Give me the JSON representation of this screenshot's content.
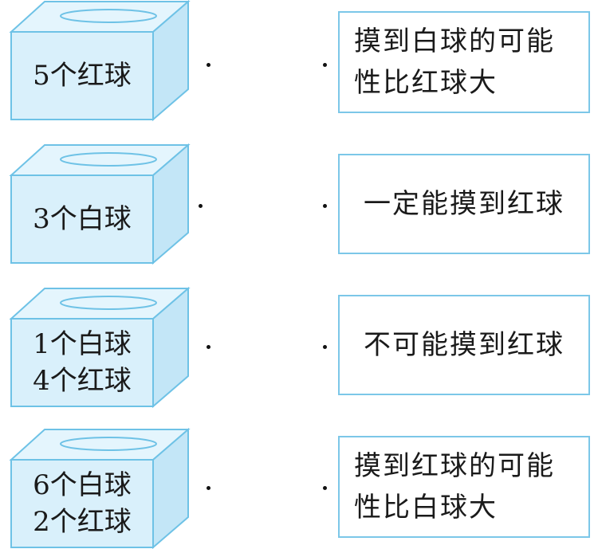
{
  "boxes": [
    {
      "lines": [
        "5个红球"
      ]
    },
    {
      "lines": [
        "3个白球"
      ]
    },
    {
      "lines": [
        "1个白球",
        "4个红球"
      ]
    },
    {
      "lines": [
        "6个白球",
        "2个红球"
      ]
    }
  ],
  "statements": [
    {
      "text": "摸到白球的可能性比红球大"
    },
    {
      "text": "一定能摸到红球"
    },
    {
      "text": "不可能摸到红球"
    },
    {
      "text": "摸到红球的可能性比白球大"
    }
  ],
  "colors": {
    "box_fill": "#d9f0fb",
    "box_edge": "#6ec2e6",
    "box_side": "#c3e6f7",
    "box_top": "#e4f5fd"
  }
}
